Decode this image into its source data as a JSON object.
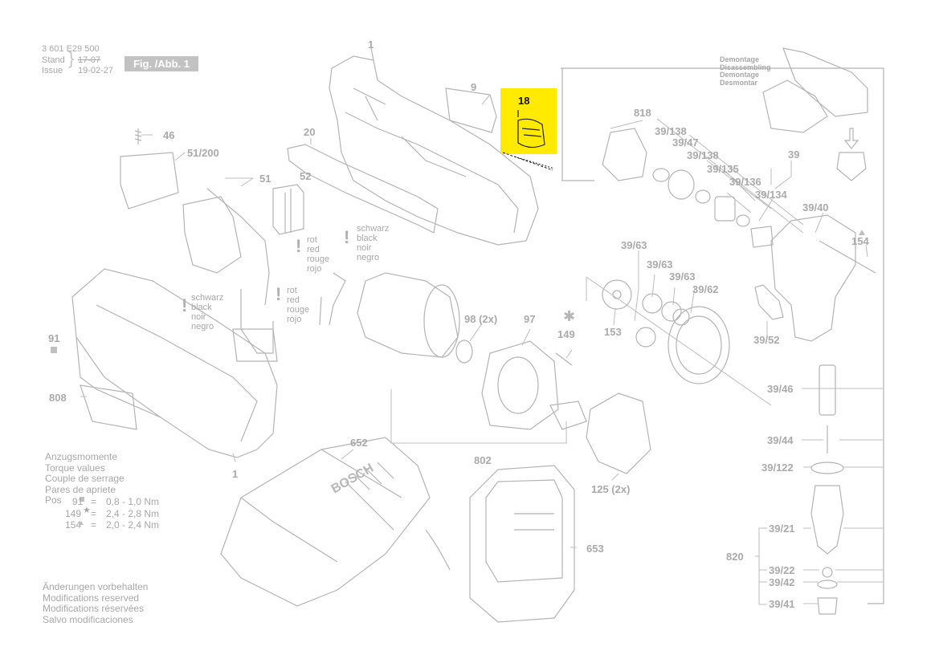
{
  "header": {
    "part_number": "3 601 E29 500",
    "stand_label": "Stand",
    "issue_label": "Issue",
    "date_old": "17-07",
    "date_new": "19-02-27",
    "figure_label": "Fig. /Abb. 1"
  },
  "highlight": {
    "part": "18",
    "color": "#ffea00"
  },
  "labels": {
    "p1_top": "1",
    "p9": "9",
    "p20": "20",
    "p46": "46",
    "p51_200": "51/200",
    "p51": "51",
    "p52": "52",
    "p91": "91",
    "p808": "808",
    "p1_bottom": "1",
    "p652": "652",
    "p802": "802",
    "p98": "98 (2x)",
    "p97": "97",
    "p149": "149",
    "p125": "125 (2x)",
    "p653": "653",
    "p818": "818",
    "p39_138a": "39/138",
    "p39_47": "39/47",
    "p39_138b": "39/138",
    "p39_135": "39/135",
    "p39_136": "39/136",
    "p39_134": "39/134",
    "p39": "39",
    "p39_40": "39/40",
    "p154": "154",
    "p39_63a": "39/63",
    "p39_63b": "39/63",
    "p39_63c": "39/63",
    "p39_62": "39/62",
    "p153": "153",
    "p39_52": "39/52",
    "p39_46": "39/46",
    "p39_44": "39/44",
    "p39_122": "39/122",
    "p39_21": "39/21",
    "p820": "820",
    "p39_22": "39/22",
    "p39_42": "39/42",
    "p39_41": "39/41"
  },
  "wire_notes": {
    "black": [
      "schwarz",
      "black",
      "noir",
      "negro"
    ],
    "red": [
      "rot",
      "red",
      "rouge",
      "rojo"
    ]
  },
  "disassembly": [
    "Demontage",
    "Disassembling",
    "Demontage",
    "Desmontar"
  ],
  "torque": {
    "title": [
      "Anzugsmomente",
      "Torque values",
      "Couple de serrage",
      "Pares de apriete"
    ],
    "pos_label": "Pos",
    "rows": [
      {
        "pos": "91",
        "value": "0,8 - 1,0 Nm"
      },
      {
        "pos": "149",
        "value": "2,4 - 2,8 Nm"
      },
      {
        "pos": "154",
        "value": "2,0 - 2,4 Nm"
      }
    ]
  },
  "modifications": [
    "Änderungen vorbehalten",
    "Modifications reserved",
    "Modifications réservées",
    "Salvo modificaciones"
  ],
  "brand": "BOSCH"
}
